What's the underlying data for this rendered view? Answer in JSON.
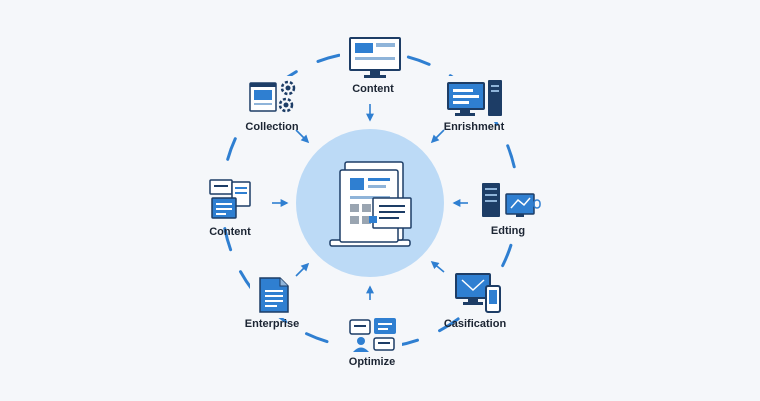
{
  "nodes": [
    {
      "id": "top",
      "label": "Content",
      "icon": "desktop-monitor-icon"
    },
    {
      "id": "top-right",
      "label": "Enrishment",
      "icon": "computer-tower-icon"
    },
    {
      "id": "right",
      "label": "Edting",
      "icon": "server-and-monitor-icon"
    },
    {
      "id": "bottom-right",
      "label": "Casification",
      "icon": "monitor-and-phone-icon"
    },
    {
      "id": "bottom",
      "label": "Optimize",
      "icon": "chat-user-icon"
    },
    {
      "id": "bottom-left",
      "label": "Enterprise",
      "icon": "document-icon"
    },
    {
      "id": "left",
      "label": "Content",
      "icon": "multi-screen-icon"
    },
    {
      "id": "top-left",
      "label": "Collection",
      "icon": "browser-gears-icon"
    }
  ],
  "center": {
    "icon": "laptop-documents-icon"
  },
  "colors": {
    "accent": "#2f7fd1",
    "dark": "#1d3d66",
    "center_fill": "#bcdaf6",
    "background": "#f5f7fa"
  }
}
